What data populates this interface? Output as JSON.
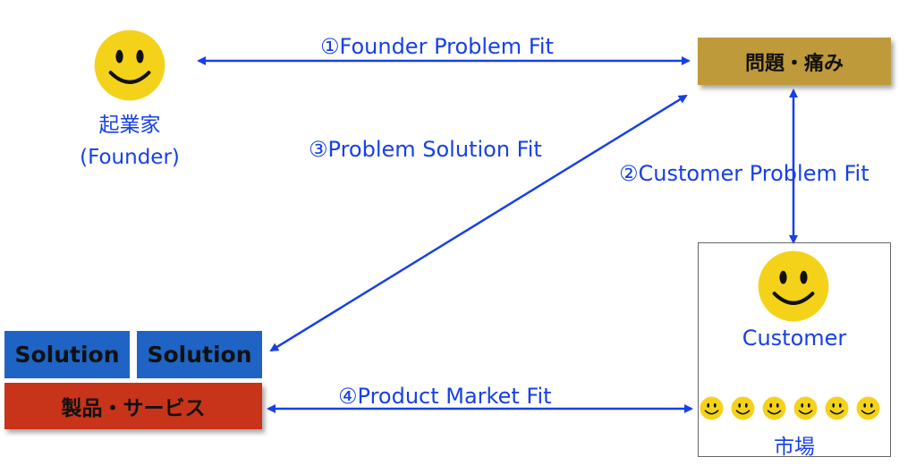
{
  "founder": {
    "line1": "起業家",
    "line2": "(Founder)"
  },
  "problem_box": {
    "label": "問題・痛み"
  },
  "solutions": [
    "Solution",
    "Solution"
  ],
  "product_box": {
    "label": "製品・サービス"
  },
  "customer": {
    "label": "Customer"
  },
  "market": {
    "label": "市場",
    "crowd_count": 6
  },
  "fits": {
    "founder_problem": "①Founder Problem Fit",
    "customer_problem": "②Customer Problem Fit",
    "problem_solution": "③Problem Solution Fit",
    "product_market": "④Product Market Fit"
  },
  "colors": {
    "arrow": "#1740e6",
    "smiley": "#f5d21a",
    "problem": "#bf9a3a",
    "solution": "#1f64c4",
    "product": "#c8341a"
  },
  "icons": {
    "face": "smiley-icon"
  }
}
